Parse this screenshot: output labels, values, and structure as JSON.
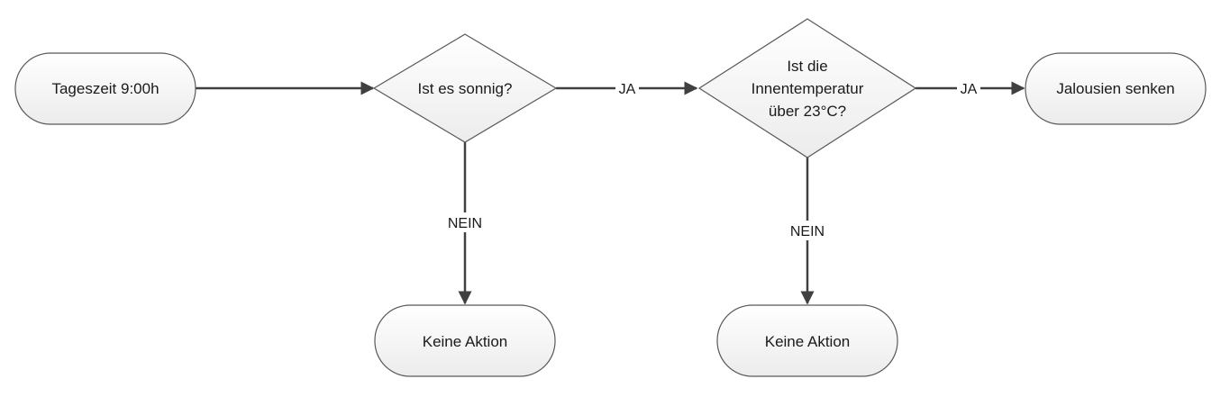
{
  "nodes": {
    "start": "Tageszeit 9:00h",
    "decision1": "Ist es sonnig?",
    "decision2_lines": [
      "Ist die",
      "Innentemperatur",
      "über 23°C?"
    ],
    "end_yes": "Jalousien senken",
    "end_no_1": "Keine Aktion",
    "end_no_2": "Keine Aktion"
  },
  "edges": {
    "d1_yes": "JA",
    "d2_yes": "JA",
    "d1_no": "NEIN",
    "d2_no": "NEIN"
  }
}
